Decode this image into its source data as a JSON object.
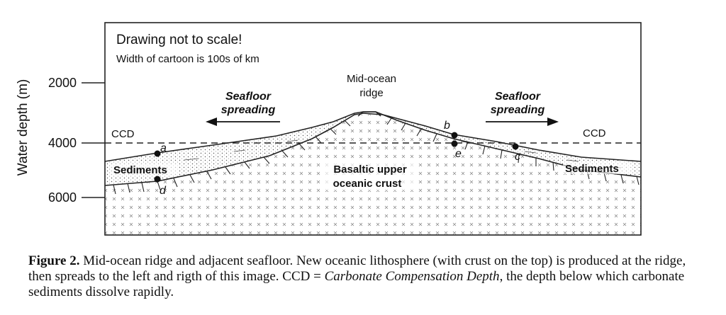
{
  "diagram": {
    "note_title": "Drawing not to scale!",
    "note_sub": "Width of cartoon is 100s of km",
    "y_axis_label": "Water depth (m)",
    "y_ticks": [
      "2000",
      "4000",
      "6000"
    ],
    "ridge_label_line1": "Mid-ocean",
    "ridge_label_line2": "ridge",
    "spreading_left_line1": "Seafloor",
    "spreading_left_line2": "spreading",
    "spreading_right_line1": "Seafloor",
    "spreading_right_line2": "spreading",
    "ccd_left": "CCD",
    "ccd_right": "CCD",
    "sediments_left": "Sediments",
    "sediments_right": "Sediments",
    "crust_line1": "Basaltic upper",
    "crust_line2": "oceanic crust",
    "points": {
      "a": "a",
      "b": "b",
      "c": "c",
      "d": "d",
      "e": "e"
    }
  },
  "caption": {
    "label": "Figure 2.",
    "text1": " Mid-ocean ridge and adjacent seafloor. New oceanic lithosphere (with crust on the top) is produced at the ridge, then spreads to the left and rigth of this image. CCD = ",
    "italic1": "Carbonate Compensation Depth",
    "text2": ", the depth below which carbonate sediments dissolve rapidly."
  }
}
